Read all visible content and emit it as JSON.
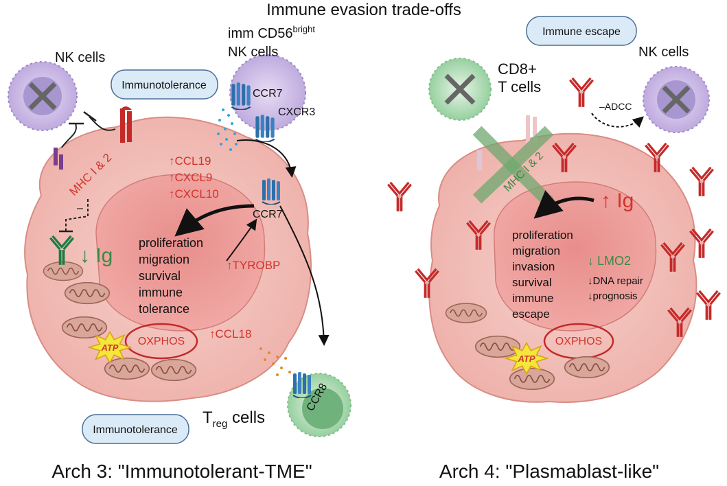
{
  "title": "Immune evasion trade-offs",
  "arch3": {
    "caption": "Arch 3: \"Immunotolerant-TME\"",
    "nk_cells": "NK cells",
    "imm_label": "imm CD56",
    "imm_sup": "bright",
    "imm_label2": "NK cells",
    "immunotolerance_top": "Immunotolerance",
    "immunotolerance_bottom": "Immunotolerance",
    "ccr7_top": "CCR7",
    "cxcr3": "CXCR3",
    "ccl19": "↑CCL19",
    "cxcl9": "↑CXCL9",
    "cxcl10": "↑CXCL10",
    "ccr7_inner": "CCR7",
    "mhc": "MHC I & 2",
    "minus": "–",
    "ig_down": "↓ Ig",
    "functions": [
      "proliferation",
      "migration",
      "survival",
      "immune",
      "tolerance"
    ],
    "tyrobp": "↑TYROBP",
    "oxphos": "OXPHOS",
    "atp": "ATP",
    "ccl18": "↑CCL18",
    "treg_T": "T",
    "treg_sub": "reg",
    "treg_rest": " cells",
    "ccr8": "CCR8"
  },
  "arch4": {
    "caption": "Arch 4: \"Plasmablast-like\"",
    "immune_escape_box": "Immune escape",
    "nk_cells": "NK cells",
    "cd8_line1": "CD8+",
    "cd8_line2": "T cells",
    "adcc": "–ADCC",
    "mhc": "MHC I & 2",
    "ig_up": "↑ Ig",
    "functions": [
      "proliferation",
      "migration",
      "invasion",
      "survival",
      "immune",
      "escape"
    ],
    "lmo2": "↓ LMO2",
    "dna_repair": "↓DNA repair",
    "prognosis": "↓prognosis",
    "oxphos": "OXPHOS",
    "atp": "ATP"
  }
}
